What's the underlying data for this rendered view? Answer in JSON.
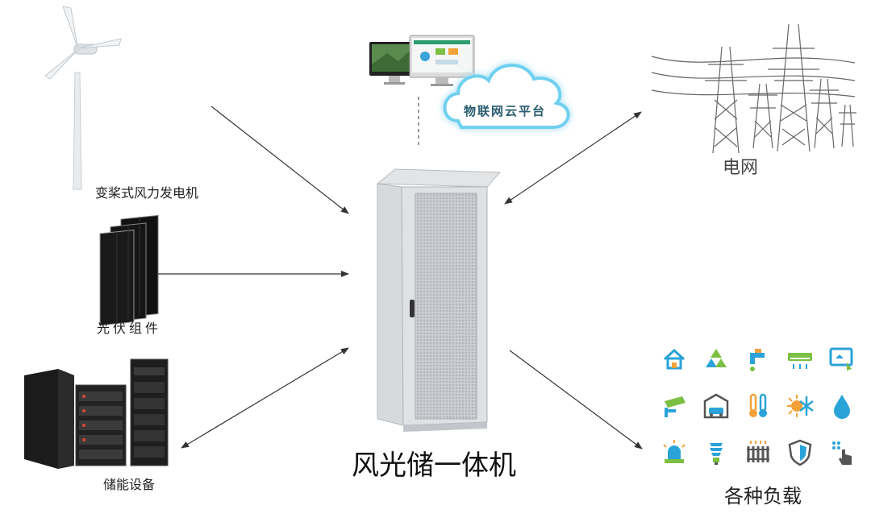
{
  "nodes": {
    "turbine": "变桨式风力发电机",
    "pv": "光伏组件",
    "storage": "储能设备",
    "grid": "电网",
    "loads": "各种负载",
    "main": "风光储一体机",
    "cloud": "物联网云平台"
  },
  "colors": {
    "blue": "#2aa3d8",
    "green": "#7bc043",
    "orange": "#f3a23a",
    "cloud_glow": "#6fd0f0"
  },
  "load_icons": [
    "house-icon",
    "recycle-icon",
    "faucet-icon",
    "air-conditioner-icon",
    "smart-panel-icon",
    "camera-icon",
    "garage-car-icon",
    "thermometer-icon",
    "sun-snow-icon",
    "water-drop-icon",
    "alarm-light-icon",
    "bulb-icon",
    "radiator-icon",
    "shield-icon",
    "touch-icon"
  ]
}
